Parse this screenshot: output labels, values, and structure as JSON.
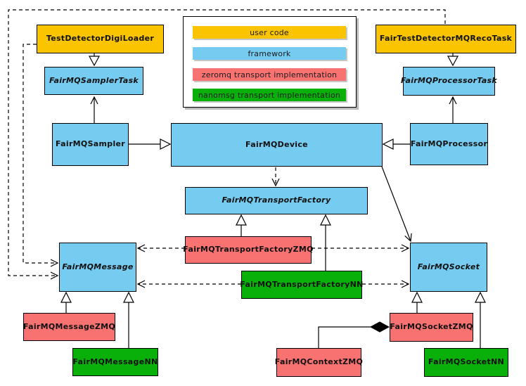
{
  "colors": {
    "user_code": "#FBC400",
    "framework": "#76CBF1",
    "zeromq": "#F97272",
    "nanomsg": "#0AB00A",
    "line": "#000000",
    "background": "#FFFFFF"
  },
  "legend": {
    "items": [
      {
        "label": "user code",
        "color": "user_code"
      },
      {
        "label": "framework",
        "color": "framework"
      },
      {
        "label": "zeromq transport implementation",
        "color": "zeromq"
      },
      {
        "label": "nanomsg transport implementation",
        "color": "nanomsg"
      }
    ]
  },
  "nodes": {
    "test_detector_digi_loader": {
      "label": "TestDetectorDigiLoader",
      "category": "user_code"
    },
    "fair_test_detector_mq_reco_task": {
      "label": "FairTestDetectorMQRecoTask",
      "category": "user_code"
    },
    "fair_mq_sampler_task": {
      "label": "FairMQSamplerTask",
      "category": "framework",
      "abstract": true
    },
    "fair_mq_processor_task": {
      "label": "FairMQProcessorTask",
      "category": "framework",
      "abstract": true
    },
    "fair_mq_sampler": {
      "label": "FairMQSampler",
      "category": "framework"
    },
    "fair_mq_device": {
      "label": "FairMQDevice",
      "category": "framework"
    },
    "fair_mq_processor": {
      "label": "FairMQProcessor",
      "category": "framework"
    },
    "fair_mq_transport_factory": {
      "label": "FairMQTransportFactory",
      "category": "framework",
      "abstract": true
    },
    "fair_mq_transport_factory_zmq": {
      "label": "FairMQTransportFactoryZMQ",
      "category": "zeromq"
    },
    "fair_mq_transport_factory_nn": {
      "label": "FairMQTransportFactoryNN",
      "category": "nanomsg"
    },
    "fair_mq_message": {
      "label": "FairMQMessage",
      "category": "framework",
      "abstract": true
    },
    "fair_mq_socket": {
      "label": "FairMQSocket",
      "category": "framework",
      "abstract": true
    },
    "fair_mq_message_zmq": {
      "label": "FairMQMessageZMQ",
      "category": "zeromq"
    },
    "fair_mq_message_nn": {
      "label": "FairMQMessageNN",
      "category": "nanomsg"
    },
    "fair_mq_socket_zmq": {
      "label": "FairMQSocketZMQ",
      "category": "zeromq"
    },
    "fair_mq_socket_nn": {
      "label": "FairMQSocketNN",
      "category": "nanomsg"
    },
    "fair_mq_context_zmq": {
      "label": "FairMQContextZMQ",
      "category": "zeromq"
    }
  },
  "edges": [
    {
      "from": "TestDetectorDigiLoader",
      "to": "FairMQSamplerTask",
      "type": "generalization"
    },
    {
      "from": "FairTestDetectorMQRecoTask",
      "to": "FairMQProcessorTask",
      "type": "generalization"
    },
    {
      "from": "FairMQSampler",
      "to": "FairMQSamplerTask",
      "type": "open-arrow"
    },
    {
      "from": "FairMQProcessor",
      "to": "FairMQProcessorTask",
      "type": "open-arrow"
    },
    {
      "from": "FairMQSampler",
      "to": "FairMQDevice",
      "type": "generalization"
    },
    {
      "from": "FairMQProcessor",
      "to": "FairMQDevice",
      "type": "generalization"
    },
    {
      "from": "FairMQDevice",
      "to": "FairMQTransportFactory",
      "type": "dashed-dependency"
    },
    {
      "from": "FairMQDevice",
      "to": "FairMQSocket",
      "type": "open-arrow"
    },
    {
      "from": "FairMQTransportFactoryZMQ",
      "to": "FairMQTransportFactory",
      "type": "generalization"
    },
    {
      "from": "FairMQTransportFactoryNN",
      "to": "FairMQTransportFactory",
      "type": "generalization"
    },
    {
      "from": "FairMQTransportFactoryZMQ",
      "to": "FairMQMessage",
      "type": "dashed-dependency"
    },
    {
      "from": "FairMQTransportFactoryZMQ",
      "to": "FairMQSocket",
      "type": "dashed-dependency"
    },
    {
      "from": "FairMQTransportFactoryNN",
      "to": "FairMQMessage",
      "type": "dashed-dependency"
    },
    {
      "from": "FairMQTransportFactoryNN",
      "to": "FairMQSocket",
      "type": "dashed-dependency"
    },
    {
      "from": "TestDetectorDigiLoader",
      "to": "FairMQMessage",
      "type": "dashed-dependency"
    },
    {
      "from": "FairTestDetectorMQRecoTask",
      "to": "FairMQMessage",
      "type": "dashed-dependency"
    },
    {
      "from": "FairMQMessageZMQ",
      "to": "FairMQMessage",
      "type": "generalization"
    },
    {
      "from": "FairMQMessageNN",
      "to": "FairMQMessage",
      "type": "generalization"
    },
    {
      "from": "FairMQSocketZMQ",
      "to": "FairMQSocket",
      "type": "generalization"
    },
    {
      "from": "FairMQSocketNN",
      "to": "FairMQSocket",
      "type": "generalization"
    },
    {
      "from": "FairMQContextZMQ",
      "to": "FairMQSocketZMQ",
      "type": "composition"
    }
  ]
}
